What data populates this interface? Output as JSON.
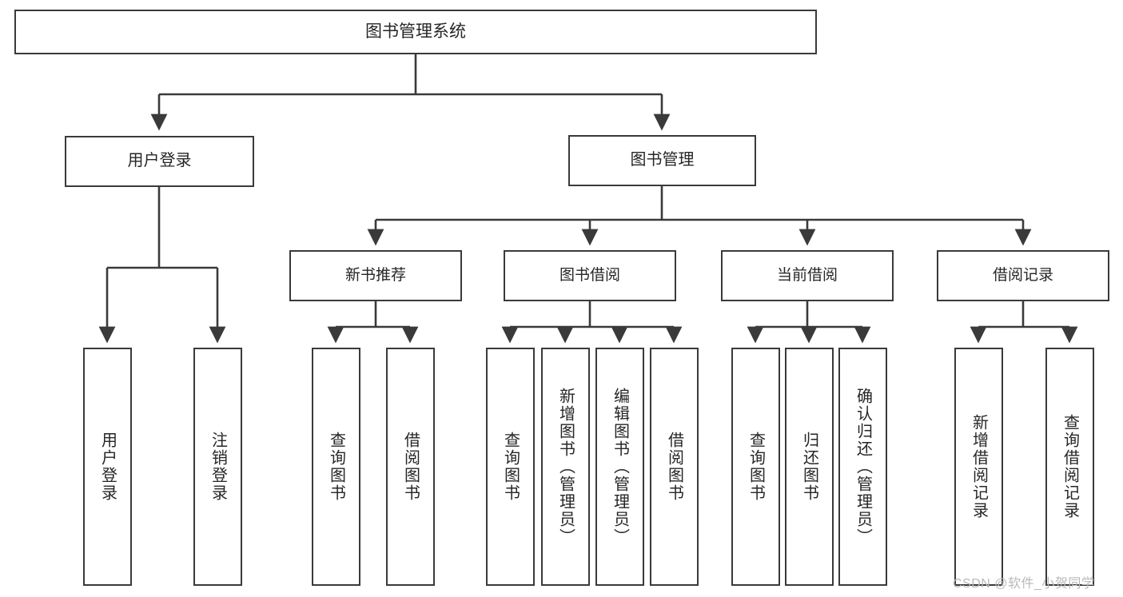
{
  "diagram": {
    "title": "图书管理系统",
    "type": "tree-hierarchy-diagram",
    "colors": {
      "box_border": "#3a3a3a",
      "box_fill": "#ffffff",
      "line": "#3a3a3a",
      "text": "#262626",
      "watermark": "#b9b9b9",
      "background": "#ffffff"
    },
    "root": {
      "label": "图书管理系统"
    },
    "level2": [
      {
        "id": "user-login",
        "label": "用户登录"
      },
      {
        "id": "book-manage",
        "label": "图书管理"
      }
    ],
    "level3": [
      {
        "id": "new-book-recommend",
        "label": "新书推荐"
      },
      {
        "id": "book-borrow",
        "label": "图书借阅"
      },
      {
        "id": "current-borrow",
        "label": "当前借阅"
      },
      {
        "id": "borrow-record",
        "label": "借阅记录"
      }
    ],
    "leaves": {
      "user_login": [
        {
          "id": "leaf-user-login",
          "label": "用户登录"
        },
        {
          "id": "leaf-logout-login",
          "label": "注销登录"
        }
      ],
      "new_book_recommend": [
        {
          "id": "leaf-query-book-1",
          "label": "查询图书"
        },
        {
          "id": "leaf-borrow-book-1",
          "label": "借阅图书"
        }
      ],
      "book_borrow": [
        {
          "id": "leaf-query-book-2",
          "label": "查询图书"
        },
        {
          "id": "leaf-add-book",
          "label": "新增图书（管理员）"
        },
        {
          "id": "leaf-edit-book",
          "label": "编辑图书（管理员）"
        },
        {
          "id": "leaf-borrow-book-2",
          "label": "借阅图书"
        }
      ],
      "current_borrow": [
        {
          "id": "leaf-query-book-3",
          "label": "查询图书"
        },
        {
          "id": "leaf-return-book",
          "label": "归还图书"
        },
        {
          "id": "leaf-confirm-return",
          "label": "确认归还（管理员）"
        }
      ],
      "borrow_record": [
        {
          "id": "leaf-add-borrow-record",
          "label": "新增借阅记录"
        },
        {
          "id": "leaf-query-borrow-record",
          "label": "查询借阅记录"
        }
      ]
    },
    "watermark": "CSDN @软件_小贺同学"
  }
}
